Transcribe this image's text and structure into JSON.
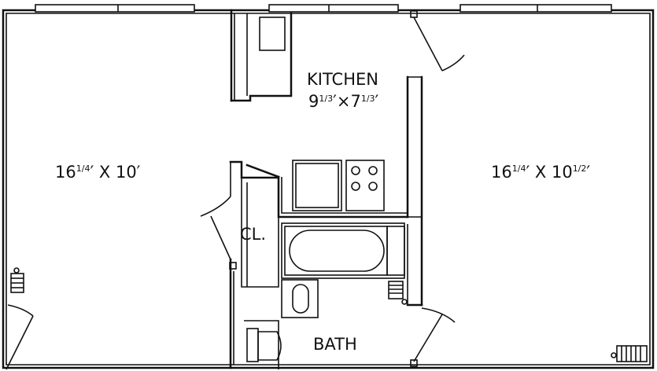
{
  "rooms": {
    "left_room": {
      "width": "16",
      "frac": "1/4",
      "sep": "′ X ",
      "length": "10′"
    },
    "right_room": {
      "width": "16",
      "frac": "1/4",
      "sep": "′ X ",
      "length": "10",
      "length_frac": "1/2",
      "end": "′"
    },
    "kitchen": {
      "name": "KITCHEN",
      "d1": "9",
      "f1": "1/3",
      "x": "′×",
      "d2": "7",
      "f2": "1/3",
      "end": "′"
    },
    "closet": {
      "name": "CL."
    },
    "bath": {
      "name": "BATH"
    }
  }
}
